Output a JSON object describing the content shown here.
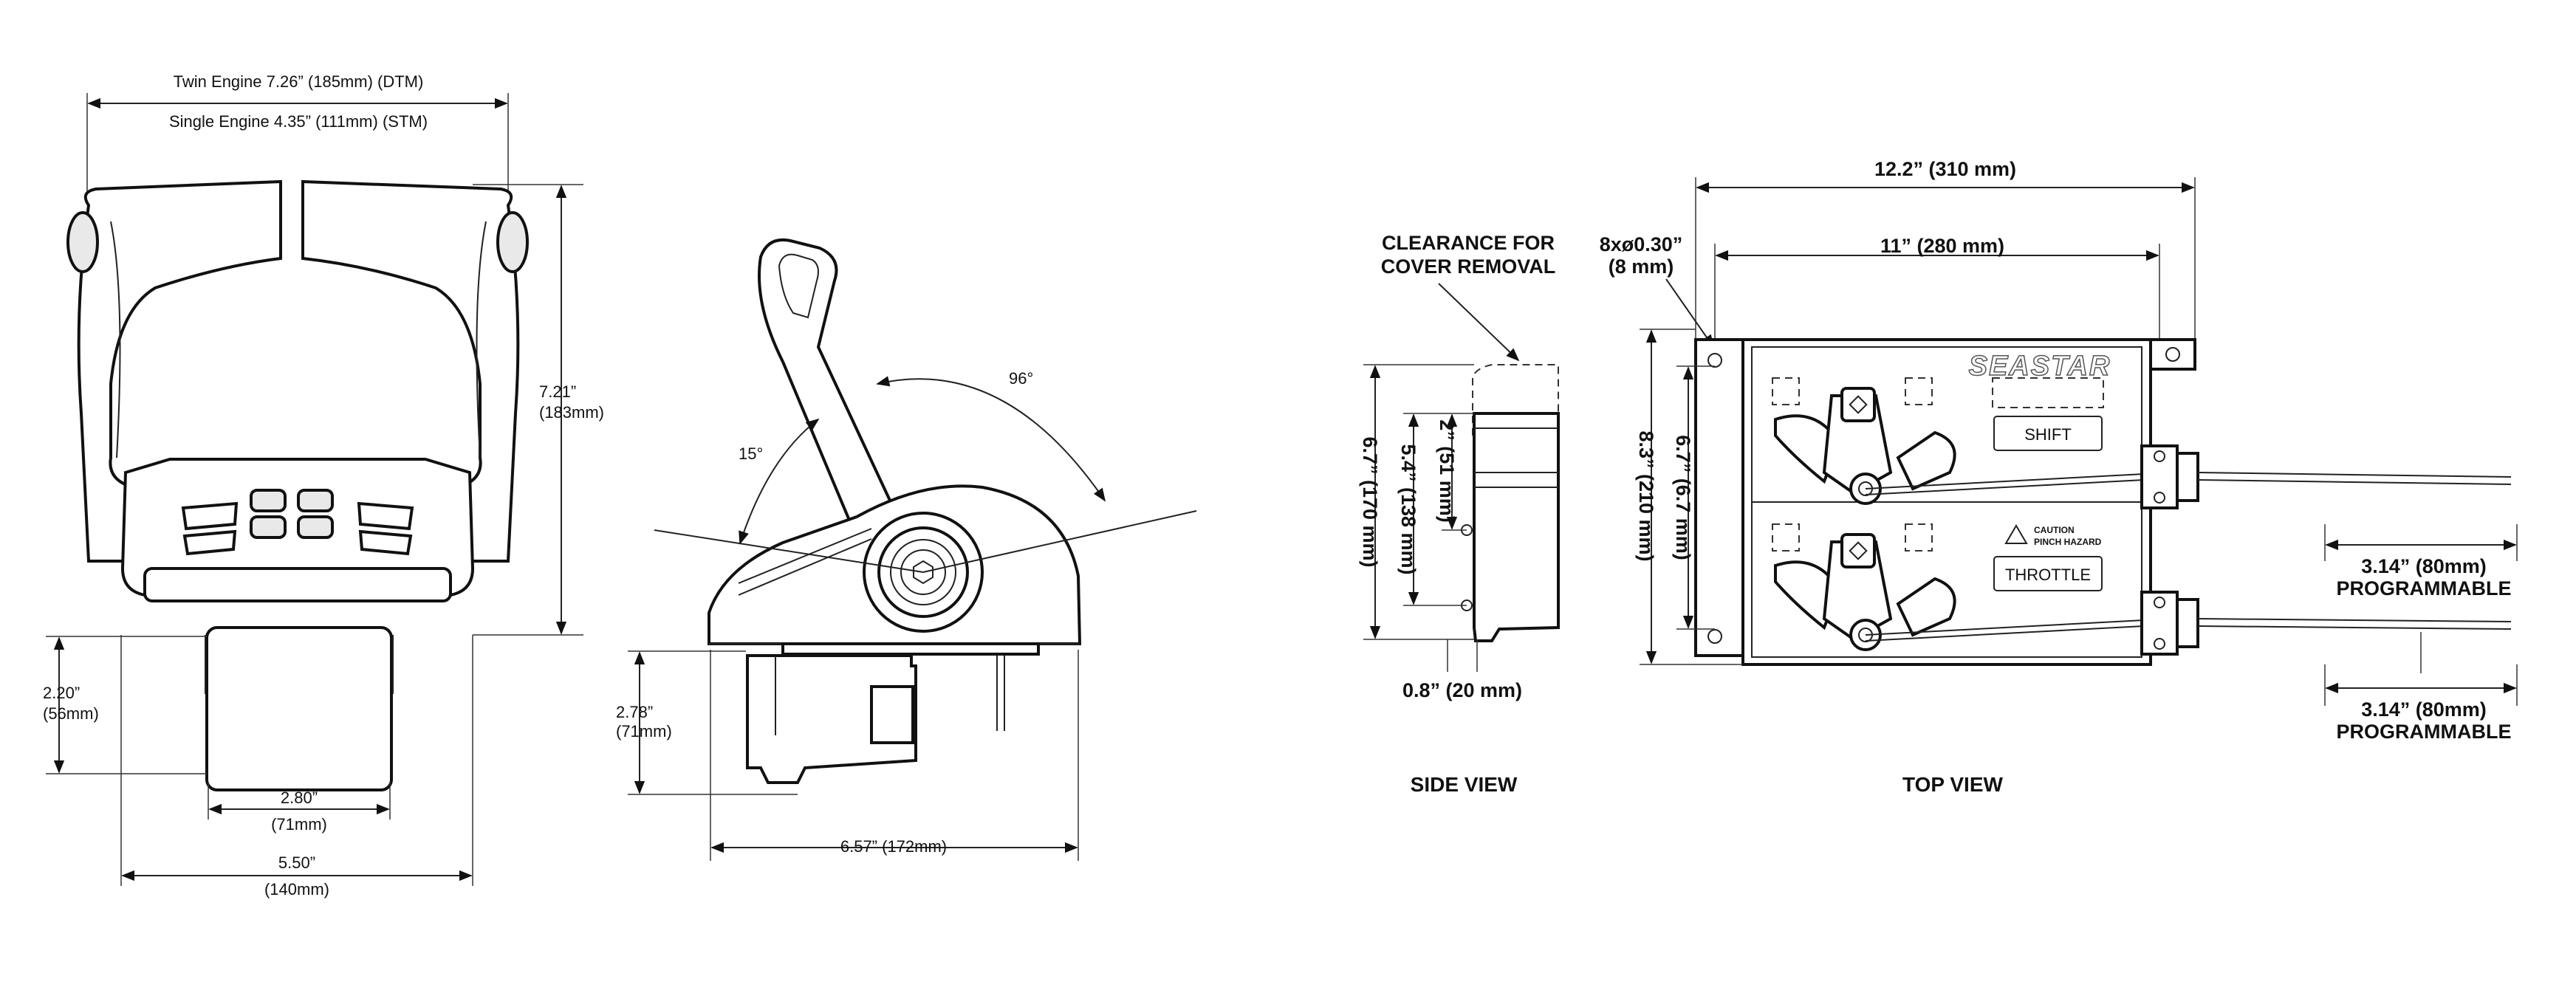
{
  "front_view": {
    "twin_engine": "Twin Engine  7.26” (185mm) (DTM)",
    "single_engine": "Single Engine 4.35” (111mm) (STM)",
    "height_in": "7.21”",
    "height_mm": "(183mm)",
    "depth_in": "2.20”",
    "depth_mm": "(56mm)",
    "base_width_in": "2.80”",
    "base_width_mm": "(71mm)",
    "total_width_in": "5.50”",
    "total_width_mm": "(140mm)"
  },
  "profile_view": {
    "angle_front": "15°",
    "angle_total": "96°",
    "depth_in": "2.78”",
    "depth_mm": "(71mm)",
    "length": "6.57” (172mm)"
  },
  "side_view": {
    "clearance_line1": "CLEARANCE FOR",
    "clearance_line2": "COVER REMOVAL",
    "height_total": "6.7” (170 mm)",
    "height_inner": "5.4” (138 mm)",
    "height_top": "2” (51 mm)",
    "offset": "0.8” (20 mm)",
    "label": "SIDE VIEW"
  },
  "top_view": {
    "width_total": "12.2” (310 mm)",
    "width_inner": "11” (280 mm)",
    "holes_line1": "8xø0.30”",
    "holes_line2": "(8 mm)",
    "height_total": "8.3” (210 mm)",
    "height_inner": "6.7” (6.7 mm)",
    "brand": "SEASTAR",
    "shift": "SHIFT",
    "throttle": "THROTTLE",
    "caution_line1": "CAUTION",
    "caution_line2": "PINCH HAZARD",
    "prog1_line1": "3.14” (80mm)",
    "prog1_line2": "PROGRAMMABLE",
    "prog2_line1": "3.14” (80mm)",
    "prog2_line2": "PROGRAMMABLE",
    "label": "TOP VIEW"
  }
}
